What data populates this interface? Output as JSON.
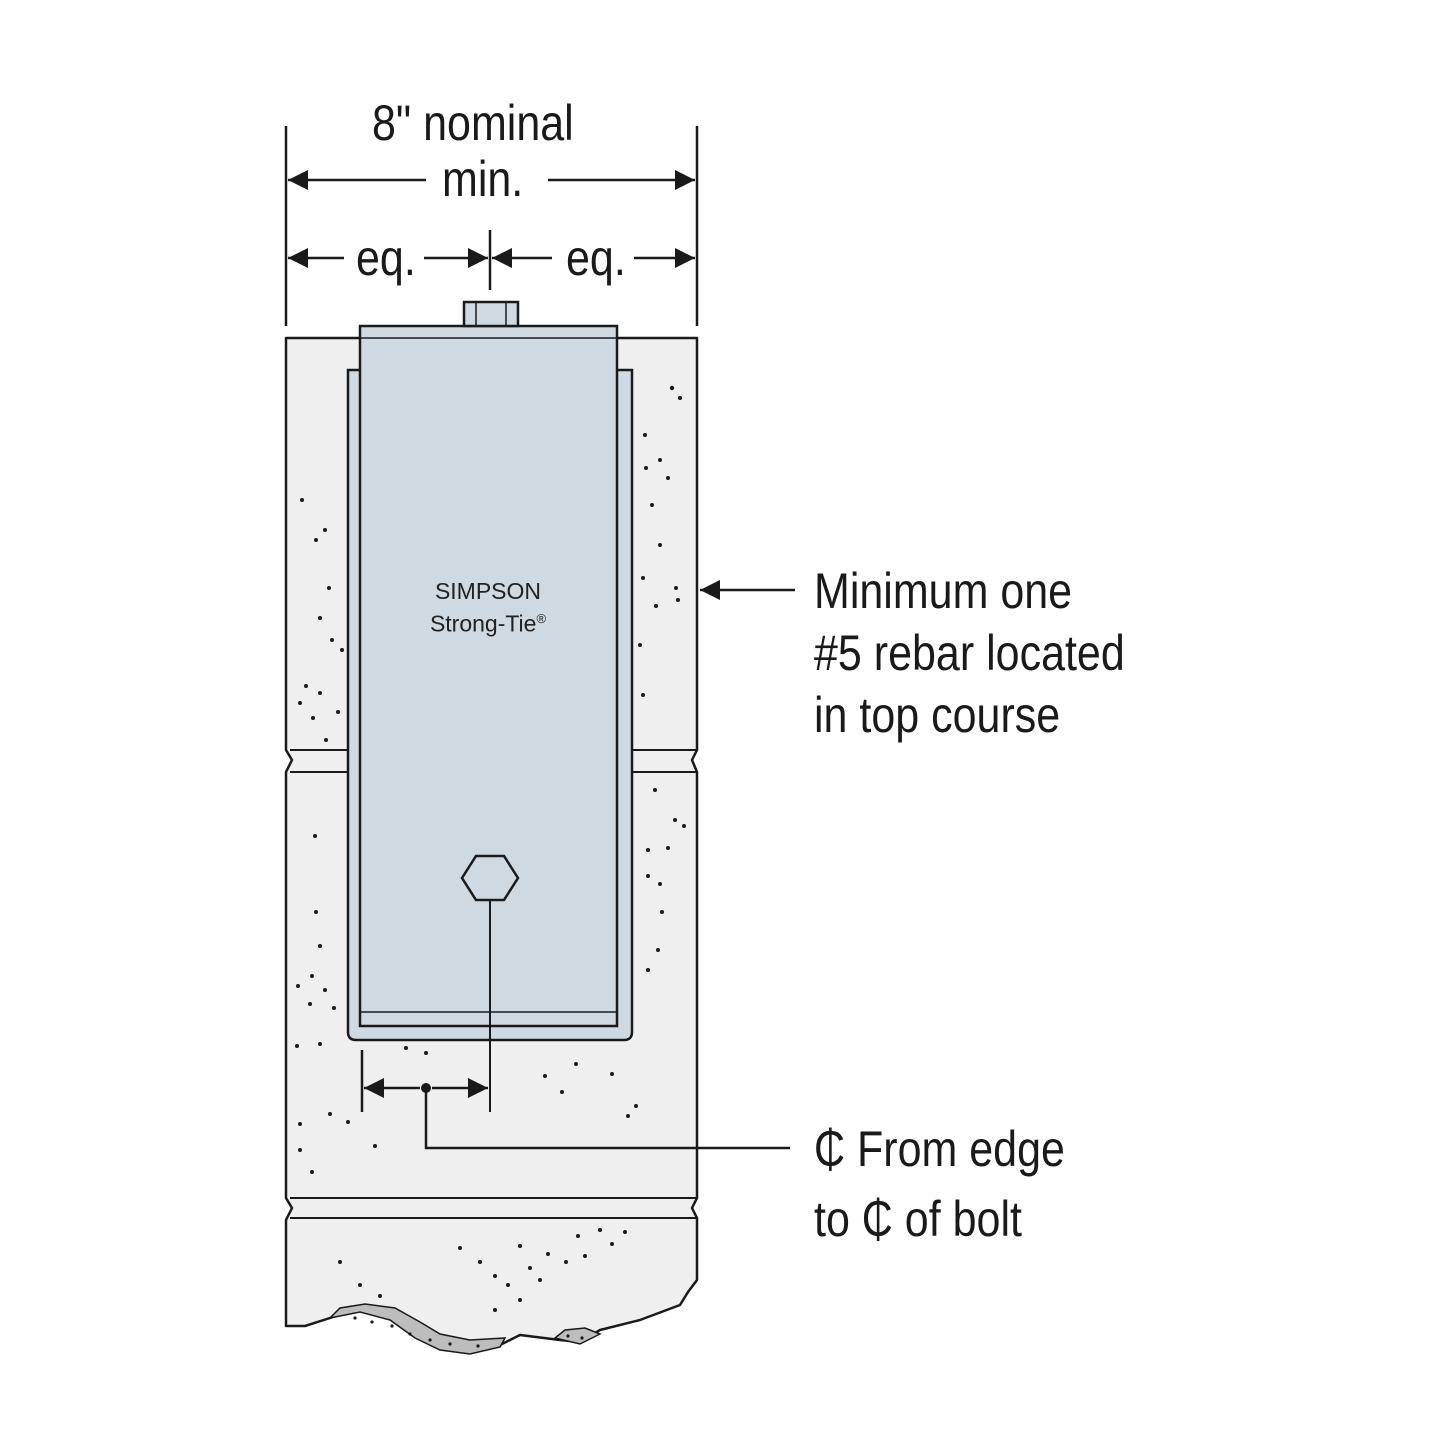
{
  "colors": {
    "masonry": "#efefef",
    "bracket": "#cfd9e1",
    "line": "#1a1a1a"
  },
  "dimensions": {
    "width_line1": "8\" nominal",
    "width_line2": "min.",
    "eq_left": "eq.",
    "eq_right": "eq."
  },
  "product": {
    "brand_line1": "SIMPSON",
    "brand_line2": "Strong-Tie",
    "registered_mark": "®"
  },
  "callouts": {
    "rebar_line1": "Minimum one",
    "rebar_line2": "#5 rebar located",
    "rebar_line3": "in top course",
    "edge_line1": "₵ From edge",
    "edge_line2": "to ₵ of bolt"
  }
}
